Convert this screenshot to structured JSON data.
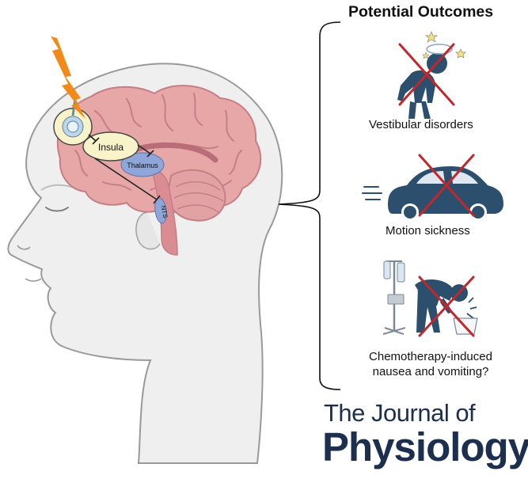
{
  "title": "Potential Outcomes",
  "labels": {
    "insula": "Insula",
    "thalamus": "Thalamus",
    "nts": "NTS"
  },
  "outcomes": [
    {
      "label": "Vestibular disorders",
      "icon": "dizzy-person-icon"
    },
    {
      "label": "Motion sickness",
      "icon": "moving-car-icon"
    },
    {
      "label_line1": "Chemotherapy-induced",
      "label_line2": "nausea and vomiting?",
      "icon": "vomiting-person-iv-icon"
    }
  ],
  "journal": {
    "line1": "The Journal of",
    "line2": "Physiology"
  },
  "colors": {
    "brain": "#e7a7a7",
    "brain_fold": "#c47f86",
    "head": "#f0f0f0",
    "thalamus": "#8ea6d8",
    "insula": "#f8f3c9",
    "lightning": "#f28a1a",
    "figure": "#2d4f6e",
    "cross": "#c0282d",
    "journal": "#1c2f4f"
  }
}
